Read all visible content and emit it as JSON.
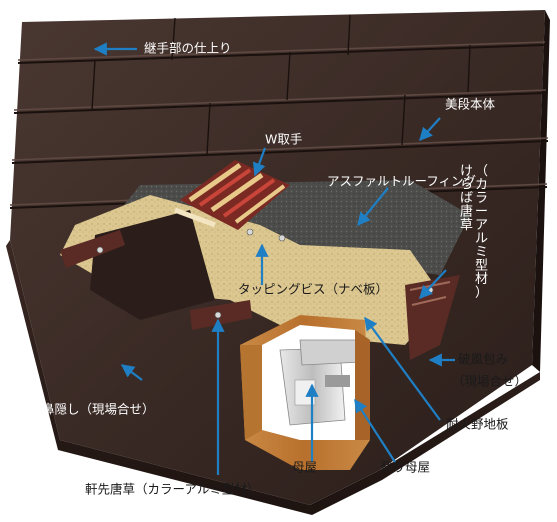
{
  "labels": {
    "joint_finish": "継手部の仕上り",
    "body": "美段本体",
    "w_grip": "W取手",
    "underlay": "アスファルトルーフィング",
    "gable_trim": "けらば唐草（カラーアルミ型材）",
    "screw": "タッピングビス（ナベ板）",
    "verge_wrap_1": "破風包み",
    "verge_wrap_2": "（現場合せ）",
    "fire_board": "耐火野地板",
    "nose_cover": "鼻隠し（現場合せ）",
    "purlin": "母屋",
    "climbing_purlin": "登り母屋",
    "eave_trim": "軒先唐草（カラーアルミ型材）"
  },
  "colors": {
    "roof": "#3a2a26",
    "roof_dark": "#1f1512",
    "arrow": "#1f7fc4",
    "deck": "#d9c48e",
    "underlay": "#4a4a48",
    "wood": "#c07a35"
  }
}
